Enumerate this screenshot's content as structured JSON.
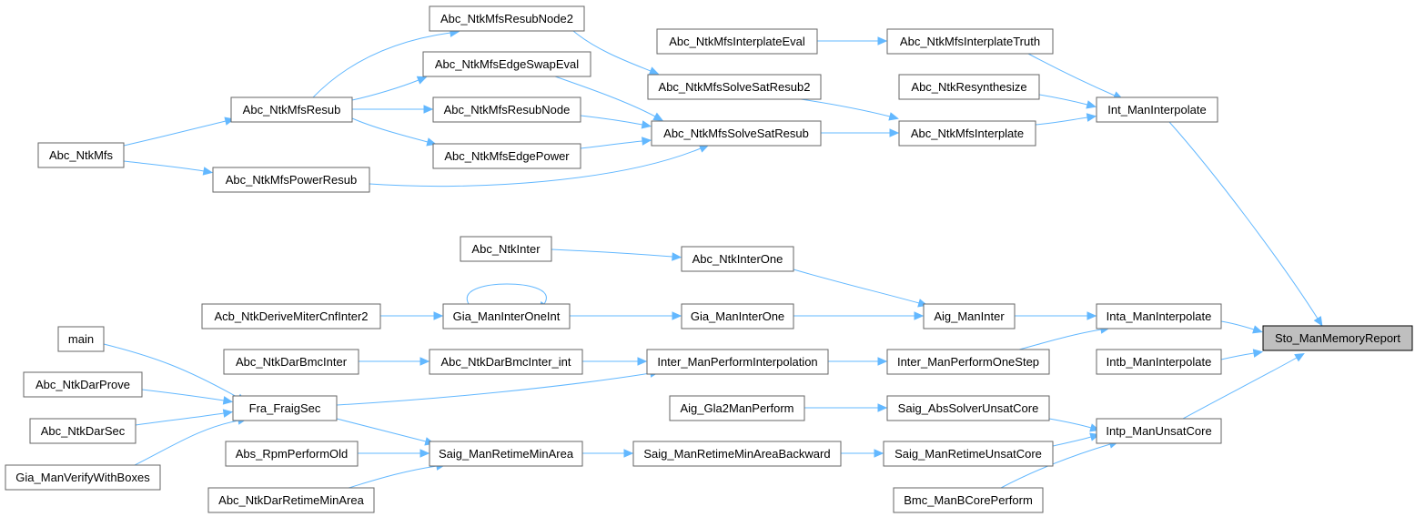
{
  "graph": {
    "root": "Sto_ManMemoryReport",
    "colors": {
      "edge": "#63b8ff",
      "node_border": "#666666",
      "root_fill": "#bfbfbf"
    },
    "nodes": [
      {
        "id": "n_root",
        "label": "Sto_ManMemoryReport"
      },
      {
        "id": "n_intinterp",
        "label": "Int_ManInterpolate"
      },
      {
        "id": "n_intainterp",
        "label": "Inta_ManInterpolate"
      },
      {
        "id": "n_intbinterp",
        "label": "Intb_ManInterpolate"
      },
      {
        "id": "n_intpunsat",
        "label": "Intp_ManUnsatCore"
      },
      {
        "id": "n_interptruth",
        "label": "Abc_NtkMfsInterplateTruth"
      },
      {
        "id": "n_interpeval",
        "label": "Abc_NtkMfsInterplateEval"
      },
      {
        "id": "n_resynth",
        "label": "Abc_NtkResynthesize"
      },
      {
        "id": "n_mfsinterp",
        "label": "Abc_NtkMfsInterplate"
      },
      {
        "id": "n_solvesat2",
        "label": "Abc_NtkMfsSolveSatResub2"
      },
      {
        "id": "n_solvesat",
        "label": "Abc_NtkMfsSolveSatResub"
      },
      {
        "id": "n_resubnode2",
        "label": "Abc_NtkMfsResubNode2"
      },
      {
        "id": "n_edgeswap",
        "label": "Abc_NtkMfsEdgeSwapEval"
      },
      {
        "id": "n_resubnode",
        "label": "Abc_NtkMfsResubNode"
      },
      {
        "id": "n_edgepower",
        "label": "Abc_NtkMfsEdgePower"
      },
      {
        "id": "n_mfsresub",
        "label": "Abc_NtkMfsResub"
      },
      {
        "id": "n_mfs",
        "label": "Abc_NtkMfs"
      },
      {
        "id": "n_powerresub",
        "label": "Abc_NtkMfsPowerResub"
      },
      {
        "id": "n_ntkinter",
        "label": "Abc_NtkInter"
      },
      {
        "id": "n_ntkinterone",
        "label": "Abc_NtkInterOne"
      },
      {
        "id": "n_aiginter",
        "label": "Aig_ManInter"
      },
      {
        "id": "n_deriveminter",
        "label": "Acb_NtkDeriveMiterCnfInter2"
      },
      {
        "id": "n_giainteroneint",
        "label": "Gia_ManInterOneInt"
      },
      {
        "id": "n_giainterone",
        "label": "Gia_ManInterOne"
      },
      {
        "id": "n_main",
        "label": "main"
      },
      {
        "id": "n_darbmcinter",
        "label": "Abc_NtkDarBmcInter"
      },
      {
        "id": "n_darbmcinterint",
        "label": "Abc_NtkDarBmcInter_int"
      },
      {
        "id": "n_perfinterp",
        "label": "Inter_ManPerformInterpolation"
      },
      {
        "id": "n_perfonestep",
        "label": "Inter_ManPerformOneStep"
      },
      {
        "id": "n_darprove",
        "label": "Abc_NtkDarProve"
      },
      {
        "id": "n_fraigsec",
        "label": "Fra_FraigSec"
      },
      {
        "id": "n_darsec",
        "label": "Abc_NtkDarSec"
      },
      {
        "id": "n_verifyboxes",
        "label": "Gia_ManVerifyWithBoxes"
      },
      {
        "id": "n_gla2perf",
        "label": "Aig_Gla2ManPerform"
      },
      {
        "id": "n_abssolver",
        "label": "Saig_AbsSolverUnsatCore"
      },
      {
        "id": "n_rpmold",
        "label": "Abs_RpmPerformOld"
      },
      {
        "id": "n_retimemin",
        "label": "Saig_ManRetimeMinArea"
      },
      {
        "id": "n_retimeback",
        "label": "Saig_ManRetimeMinAreaBackward"
      },
      {
        "id": "n_retimeunsat",
        "label": "Saig_ManRetimeUnsatCore"
      },
      {
        "id": "n_darretime",
        "label": "Abc_NtkDarRetimeMinArea"
      },
      {
        "id": "n_bmcbcore",
        "label": "Bmc_ManBCorePerform"
      }
    ]
  }
}
